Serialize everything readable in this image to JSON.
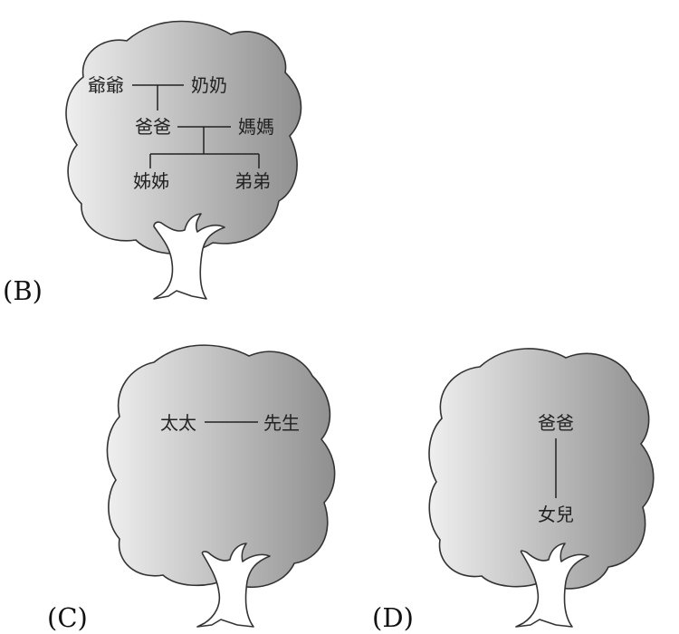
{
  "options": [
    {
      "label": "(B)",
      "members": {
        "grandpa": "爺爺",
        "grandma": "奶奶",
        "dad": "爸爸",
        "mom": "媽媽",
        "sister": "姊姊",
        "brother": "弟弟"
      }
    },
    {
      "label": "(C)",
      "members": {
        "wife": "太太",
        "husband": "先生"
      }
    },
    {
      "label": "(D)",
      "members": {
        "dad": "爸爸",
        "daughter": "女兒"
      }
    }
  ],
  "colors": {
    "crown_light": "#efefef",
    "crown_dark": "#8f8f8f",
    "line": "#222222"
  }
}
